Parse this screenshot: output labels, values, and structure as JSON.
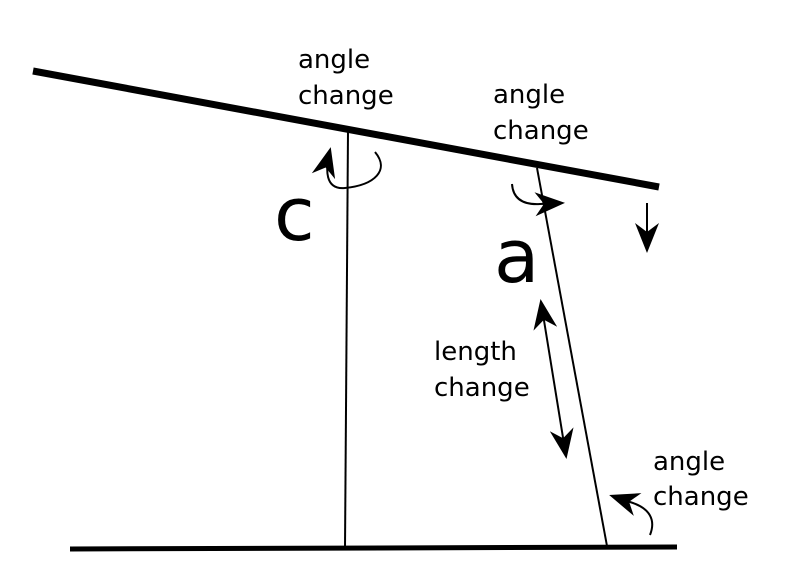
{
  "labels": {
    "c_angle": [
      "angle",
      "change"
    ],
    "a_top_angle": [
      "angle",
      "change"
    ],
    "a_length": [
      "length",
      "change"
    ],
    "a_bottom_angle": [
      "angle",
      "change"
    ],
    "c": "c",
    "a": "a"
  },
  "colors": {
    "stroke": "#000000",
    "background": "#ffffff"
  }
}
